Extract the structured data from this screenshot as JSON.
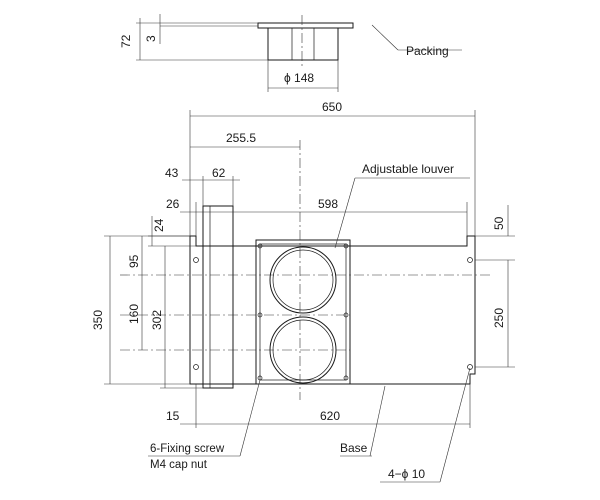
{
  "dimensions": {
    "top_72": "72",
    "top_3": "3",
    "phi_148": "ϕ 148",
    "w_650": "650",
    "w_255_5": "255.5",
    "w_43": "43",
    "w_62": "62",
    "w_26": "26",
    "w_24": "24",
    "w_598": "598",
    "h_50": "50",
    "h_95": "95",
    "h_160": "160",
    "h_302": "302",
    "h_350": "350",
    "h_250": "250",
    "w_15": "15",
    "w_620": "620"
  },
  "labels": {
    "packing": "Packing",
    "adjustable_louver": "Adjustable louver",
    "fixing_screw_line1": "6-Fixing screw",
    "fixing_screw_line2": "M4 cap nut",
    "base": "Base",
    "holes": "4−ϕ 10"
  }
}
